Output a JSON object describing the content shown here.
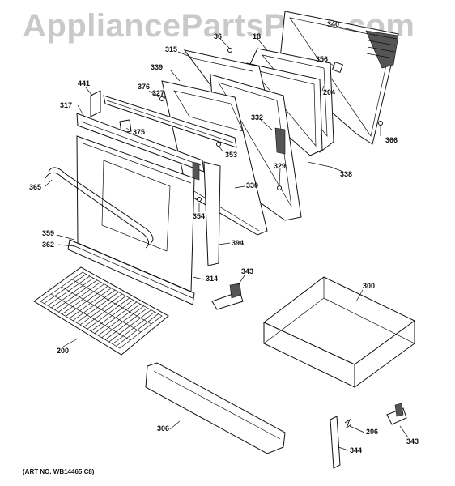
{
  "watermark": "AppliancePartsPros.com",
  "art_number": "(ART NO. WB14465 C8)",
  "parts": [
    {
      "id": "lbl-340",
      "label": "340"
    },
    {
      "id": "lbl-36",
      "label": "36"
    },
    {
      "id": "lbl-18",
      "label": "18"
    },
    {
      "id": "lbl-315",
      "label": "315"
    },
    {
      "id": "lbl-356",
      "label": "356"
    },
    {
      "id": "lbl-339",
      "label": "339"
    },
    {
      "id": "lbl-204",
      "label": "204"
    },
    {
      "id": "lbl-327",
      "label": "327"
    },
    {
      "id": "lbl-376",
      "label": "376"
    },
    {
      "id": "lbl-441",
      "label": "441"
    },
    {
      "id": "lbl-317",
      "label": "317"
    },
    {
      "id": "lbl-332",
      "label": "332"
    },
    {
      "id": "lbl-375",
      "label": "375"
    },
    {
      "id": "lbl-366",
      "label": "366"
    },
    {
      "id": "lbl-353",
      "label": "353"
    },
    {
      "id": "lbl-329",
      "label": "329"
    },
    {
      "id": "lbl-338",
      "label": "338"
    },
    {
      "id": "lbl-330",
      "label": "330"
    },
    {
      "id": "lbl-365",
      "label": "365"
    },
    {
      "id": "lbl-354",
      "label": "354"
    },
    {
      "id": "lbl-394",
      "label": "394"
    },
    {
      "id": "lbl-359",
      "label": "359"
    },
    {
      "id": "lbl-362",
      "label": "362"
    },
    {
      "id": "lbl-314",
      "label": "314"
    },
    {
      "id": "lbl-343a",
      "label": "343"
    },
    {
      "id": "lbl-300",
      "label": "300"
    },
    {
      "id": "lbl-200",
      "label": "200"
    },
    {
      "id": "lbl-306",
      "label": "306"
    },
    {
      "id": "lbl-206",
      "label": "206"
    },
    {
      "id": "lbl-344",
      "label": "344"
    },
    {
      "id": "lbl-343b",
      "label": "343"
    }
  ]
}
